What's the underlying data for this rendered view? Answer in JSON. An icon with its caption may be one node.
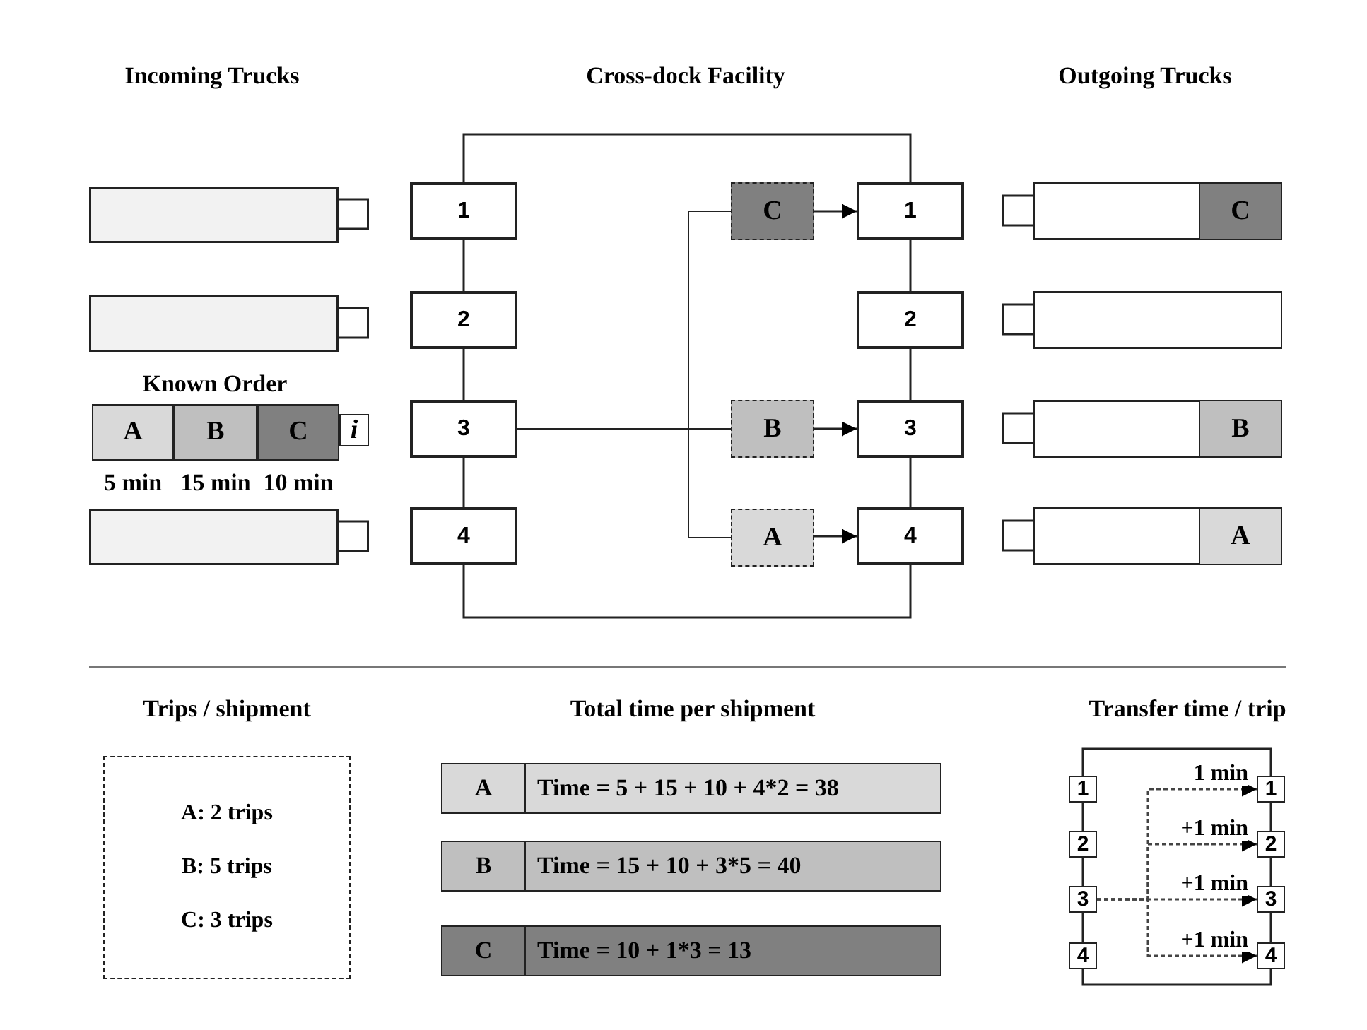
{
  "diagram": {
    "nodes": [
      {
        "text": [],
        "shape": "box"
      },
      {
        "text": [],
        "shape": "box"
      },
      {
        "text": [
          "Known Order"
        ]
      },
      {
        "text": [
          "A"
        ],
        "in": 2,
        "beside": [
          "5 min"
        ]
      },
      {
        "text": [
          "B"
        ],
        "in": 2,
        "beside": [
          "15 min"
        ]
      },
      {
        "text": [
          "C"
        ],
        "in": 2,
        "beside": [
          "10 min"
        ]
      },
      {
        "text": [
          "i"
        ],
        "in": 2
      },
      {
        "text": [],
        "shape": "box"
      },
      {
        "text": [
          "1"
        ]
      },
      {
        "text": [
          "2"
        ]
      },
      {
        "text": [
          "3"
        ]
      },
      {
        "text": [
          "4"
        ]
      },
      {
        "text": [
          "C"
        ]
      },
      {
        "text": [
          "B"
        ]
      },
      {
        "text": [
          "A"
        ]
      },
      {
        "text": [
          "1"
        ]
      },
      {
        "text": [
          "2"
        ]
      },
      {
        "text": [
          "3"
        ]
      },
      {
        "text": [
          "4"
        ]
      },
      {
        "text": [],
        "shape": "box"
      },
      {
        "text": [
          "C"
        ],
        "in": 19
      },
      {
        "text": [],
        "shape": "box"
      },
      {
        "text": [],
        "shape": "box"
      },
      {
        "text": [
          "B"
        ],
        "in": 22
      },
      {
        "text": [],
        "shape": "box"
      },
      {
        "text": [
          "A"
        ],
        "in": 24
      },
      {
        "text": [
          "A: 2 trips",
          "B: 5 trips",
          "C: 3 trips"
        ]
      },
      {
        "text": [
          "A",
          "Time = 5 + 15 + 10 + 4*2 = 38"
        ]
      },
      {
        "text": [
          "B",
          "Time = 15 + 10 + 3*5 = 40"
        ]
      },
      {
        "text": [
          "C",
          "Time = 10 + 1*3 = 13"
        ]
      },
      {
        "text": [
          "1"
        ]
      },
      {
        "text": [
          "2"
        ]
      },
      {
        "text": [
          "3"
        ]
      },
      {
        "text": [
          "4"
        ]
      },
      {
        "text": [
          "1"
        ]
      },
      {
        "text": [
          "2"
        ]
      },
      {
        "text": [
          "3"
        ]
      },
      {
        "text": [
          "4"
        ]
      }
    ],
    "edges": [
      {
        "from": 8,
        "to": 9,
        "arrow": "none"
      },
      {
        "from": 9,
        "to": 10,
        "arrow": "none"
      },
      {
        "from": 10,
        "to": 11,
        "arrow": "none"
      },
      {
        "from": 15,
        "to": 16,
        "arrow": "none"
      },
      {
        "from": 16,
        "to": 17,
        "arrow": "none"
      },
      {
        "from": 17,
        "to": 18,
        "arrow": "none"
      },
      {
        "from": 8,
        "to": 15,
        "arrow": "none"
      },
      {
        "from": 11,
        "to": 18,
        "arrow": "none"
      },
      {
        "from": 10,
        "to": 12,
        "arrow": "none"
      },
      {
        "from": 10,
        "to": 13,
        "arrow": "none"
      },
      {
        "from": 10,
        "to": 14,
        "arrow": "none"
      },
      {
        "from": 12,
        "to": 15,
        "arrow": "to"
      },
      {
        "from": 13,
        "to": 17,
        "arrow": "to"
      },
      {
        "from": 14,
        "to": 18,
        "arrow": "to"
      },
      {
        "from": 30,
        "to": 31,
        "arrow": "none"
      },
      {
        "from": 31,
        "to": 32,
        "arrow": "none"
      },
      {
        "from": 32,
        "to": 33,
        "arrow": "none"
      },
      {
        "from": 34,
        "to": 35,
        "arrow": "none"
      },
      {
        "from": 35,
        "to": 36,
        "arrow": "none"
      },
      {
        "from": 36,
        "to": 37,
        "arrow": "none"
      },
      {
        "from": 30,
        "to": 34,
        "arrow": "none"
      },
      {
        "from": 33,
        "to": 37,
        "arrow": "none"
      },
      {
        "from": 32,
        "to": 34,
        "arrow": "to",
        "style": "dashed",
        "label": "1 min"
      },
      {
        "from": 32,
        "to": 35,
        "arrow": "to",
        "style": "dashed",
        "label": "+1 min"
      },
      {
        "from": 32,
        "to": 36,
        "arrow": "to",
        "style": "dashed",
        "label": "+1 min"
      },
      {
        "from": 32,
        "to": 37,
        "arrow": "to",
        "style": "dashed",
        "label": "+1 min"
      }
    ],
    "labels": [
      "Incoming Trucks",
      "Cross-dock Facility",
      "Outgoing Trucks",
      "Trips / shipment",
      "Total time per shipment",
      "Transfer time / trip"
    ]
  }
}
